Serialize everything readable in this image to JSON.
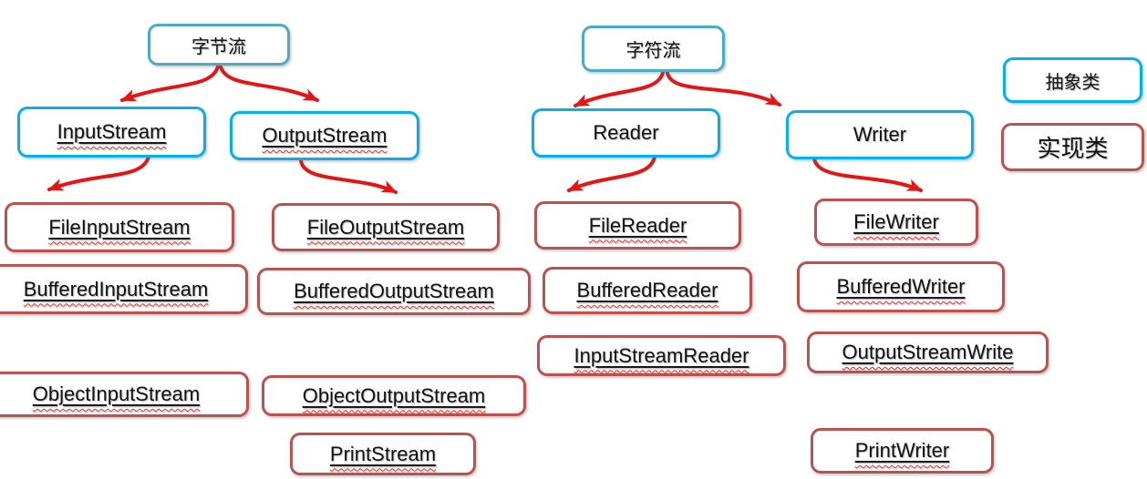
{
  "title": "Java IO 流体系图 (byte / character stream class hierarchy)",
  "colors": {
    "abstract_border": "#00b0f0",
    "category_border": "#4bacc6",
    "implementation_border": "#c0504d",
    "arrow": "#e81414",
    "underline": "#1a1a1a",
    "spellcheck_squiggle": "#ff2b25",
    "text": "#111111",
    "background": "#ffffff"
  },
  "legend": {
    "abstract_label": "抽象类",
    "implementation_label": "实现类"
  },
  "nodes": {
    "byte_stream": {
      "label": "字节流"
    },
    "char_stream": {
      "label": "字符流"
    },
    "input_stream": {
      "label": "InputStream"
    },
    "output_stream": {
      "label": "OutputStream"
    },
    "reader": {
      "label": "Reader"
    },
    "writer": {
      "label": "Writer"
    },
    "file_input_stream": {
      "label": "FileInputStream"
    },
    "file_output_stream": {
      "label": "FileOutputStream"
    },
    "file_reader": {
      "label": "FileReader"
    },
    "file_writer": {
      "label": "FileWriter"
    },
    "buffered_input_stream": {
      "label": "BufferedInputStream"
    },
    "buffered_output_stream": {
      "label": "BufferedOutputStream"
    },
    "buffered_reader": {
      "label": "BufferedReader"
    },
    "buffered_writer": {
      "label": "BufferedWriter"
    },
    "input_stream_reader": {
      "label": "InputStreamReader"
    },
    "output_stream_write": {
      "label": "OutputStreamWrite"
    },
    "object_input_stream": {
      "label": "ObjectInputStream"
    },
    "object_output_stream": {
      "label": "ObjectOutputStream"
    },
    "print_stream": {
      "label": "PrintStream"
    },
    "print_writer": {
      "label": "PrintWriter"
    }
  },
  "edges": [
    {
      "from": "byte_stream",
      "to": "input_stream"
    },
    {
      "from": "byte_stream",
      "to": "output_stream"
    },
    {
      "from": "char_stream",
      "to": "reader"
    },
    {
      "from": "char_stream",
      "to": "writer"
    },
    {
      "from": "input_stream",
      "to": "file_input_stream"
    },
    {
      "from": "output_stream",
      "to": "file_output_stream"
    },
    {
      "from": "reader",
      "to": "file_reader"
    },
    {
      "from": "writer",
      "to": "file_writer"
    }
  ]
}
